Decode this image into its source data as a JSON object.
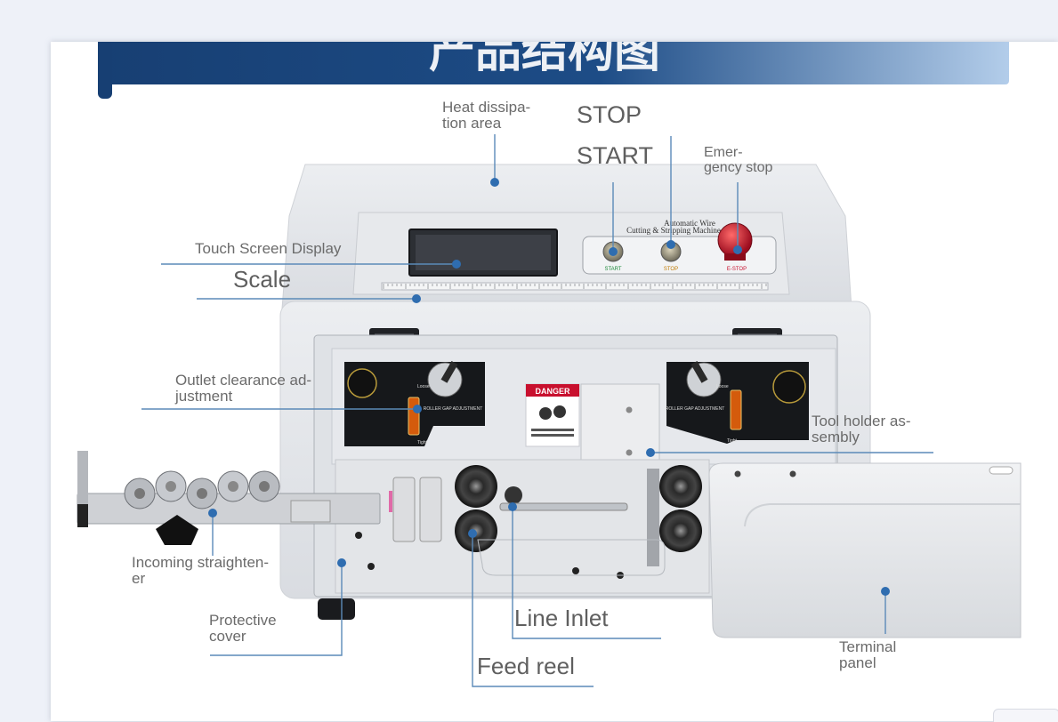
{
  "banner": {
    "title": "产品结构图",
    "color_dark": "#1d4c86",
    "color_light": "#a9c6e8"
  },
  "machine_panel": {
    "name_line1": "Automatic Wire",
    "name_line2": "Cutting & Stripping Machine",
    "start_caption": "START",
    "stop_caption": "STOP",
    "estop_caption": "E-STOP",
    "danger_heading": "DANGER",
    "roller_caption": "ROLLER GAP ADJUSTMENT",
    "loose_caption": "Loose",
    "tight_caption": "Tight"
  },
  "labels": {
    "heat": "Heat dissipa-\ntion area",
    "stop": "STOP",
    "start": "START",
    "emergency": "Emer-\ngency stop",
    "touch_screen": "Touch Screen Display",
    "scale": "Scale",
    "outlet": "Outlet clearance ad-\njustment",
    "tool_holder": "Tool holder as-\nsembly",
    "straightener": "Incoming straighten-\ner",
    "protective": "Protective\ncover",
    "line_inlet": "Line Inlet",
    "feed_reel": "Feed reel",
    "terminal": "Terminal\npanel"
  },
  "colors": {
    "leader": "#5b8ab8",
    "dot": "#2f6db0",
    "machine": "#e4e6ea",
    "knob_panel": "#1a1a1a",
    "estop": "#c8102e",
    "label_text": "#6b6b6b"
  }
}
